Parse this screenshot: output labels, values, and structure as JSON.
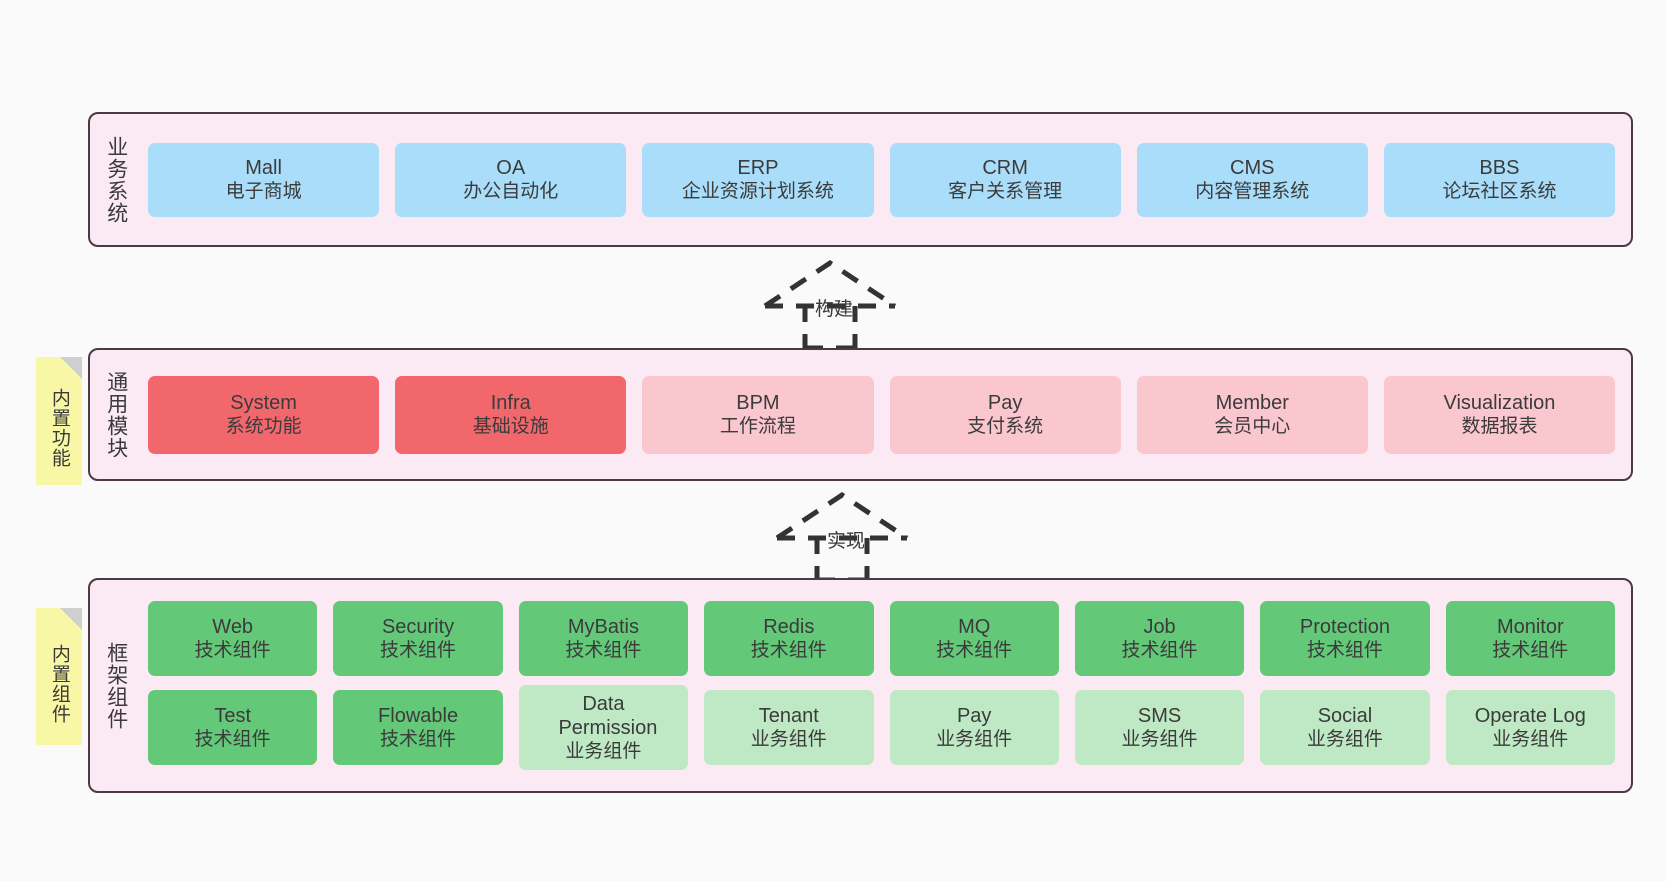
{
  "colors": {
    "background": "#fafafa",
    "panel_fill": "#fbeaf4",
    "panel_border": "#4a3a44",
    "business_card": "#aaddf9",
    "module_core": "#f1676c",
    "module_optional": "#fbc7cf",
    "component_tech": "#63c878",
    "component_biz": "#bee9c4",
    "sticky": "#f8f7a6",
    "sticky_fold": "#cfcfcf"
  },
  "layers": [
    {
      "id": "business-systems",
      "title": "业务系统",
      "cards": [
        {
          "title": "Mall",
          "sub": "电子商城"
        },
        {
          "title": "OA",
          "sub": "办公自动化"
        },
        {
          "title": "ERP",
          "sub": "企业资源计划系统"
        },
        {
          "title": "CRM",
          "sub": "客户关系管理"
        },
        {
          "title": "CMS",
          "sub": "内容管理系统"
        },
        {
          "title": "BBS",
          "sub": "论坛社区系统"
        }
      ]
    },
    {
      "id": "common-modules",
      "title": "通用模块",
      "sticky": "内置功能",
      "cards": [
        {
          "title": "System",
          "sub": "系统功能",
          "style": "red"
        },
        {
          "title": "Infra",
          "sub": "基础设施",
          "style": "red"
        },
        {
          "title": "BPM",
          "sub": "工作流程",
          "style": "pink"
        },
        {
          "title": "Pay",
          "sub": "支付系统",
          "style": "pink"
        },
        {
          "title": "Member",
          "sub": "会员中心",
          "style": "pink"
        },
        {
          "title": "Visualization",
          "sub": "数据报表",
          "style": "pink"
        }
      ]
    },
    {
      "id": "framework-components",
      "title": "框架组件",
      "sticky": "内置组件",
      "rows": [
        [
          {
            "title": "Web",
            "sub": "技术组件",
            "style": "green"
          },
          {
            "title": "Security",
            "sub": "技术组件",
            "style": "green"
          },
          {
            "title": "MyBatis",
            "sub": "技术组件",
            "style": "green"
          },
          {
            "title": "Redis",
            "sub": "技术组件",
            "style": "green"
          },
          {
            "title": "MQ",
            "sub": "技术组件",
            "style": "green"
          },
          {
            "title": "Job",
            "sub": "技术组件",
            "style": "green"
          },
          {
            "title": "Protection",
            "sub": "技术组件",
            "style": "green"
          },
          {
            "title": "Monitor",
            "sub": "技术组件",
            "style": "green"
          }
        ],
        [
          {
            "title": "Test",
            "sub": "技术组件",
            "style": "green"
          },
          {
            "title": "Flowable",
            "sub": "技术组件",
            "style": "green"
          },
          {
            "title": "Data Permission",
            "sub": "业务组件",
            "style": "lgreen"
          },
          {
            "title": "Tenant",
            "sub": "业务组件",
            "style": "lgreen"
          },
          {
            "title": "Pay",
            "sub": "业务组件",
            "style": "lgreen"
          },
          {
            "title": "SMS",
            "sub": "业务组件",
            "style": "lgreen"
          },
          {
            "title": "Social",
            "sub": "业务组件",
            "style": "lgreen"
          },
          {
            "title": "Operate Log",
            "sub": "业务组件",
            "style": "lgreen"
          }
        ]
      ]
    }
  ],
  "connectors": [
    {
      "id": "build-arrow",
      "label": "构建"
    },
    {
      "id": "implement-arrow",
      "label": "实现"
    }
  ]
}
